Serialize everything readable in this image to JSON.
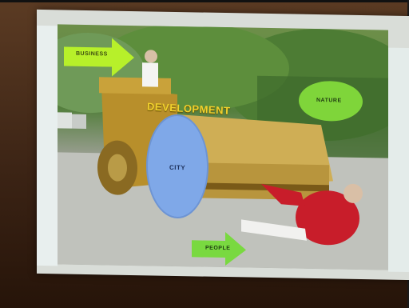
{
  "slide": {
    "labels": {
      "business": "BUSINESS",
      "development": "DEVELOPMENT",
      "nature": "NATURE",
      "city": "CITY",
      "people": "PEOPLE"
    }
  },
  "colors": {
    "arrow_green": "#b7f02a",
    "nature_green": "#7fd53a",
    "city_blue": "#7fa8e8",
    "people_green": "#79d940",
    "roller_yellow": "#c9a23a",
    "shirt_red": "#c81d2a"
  }
}
